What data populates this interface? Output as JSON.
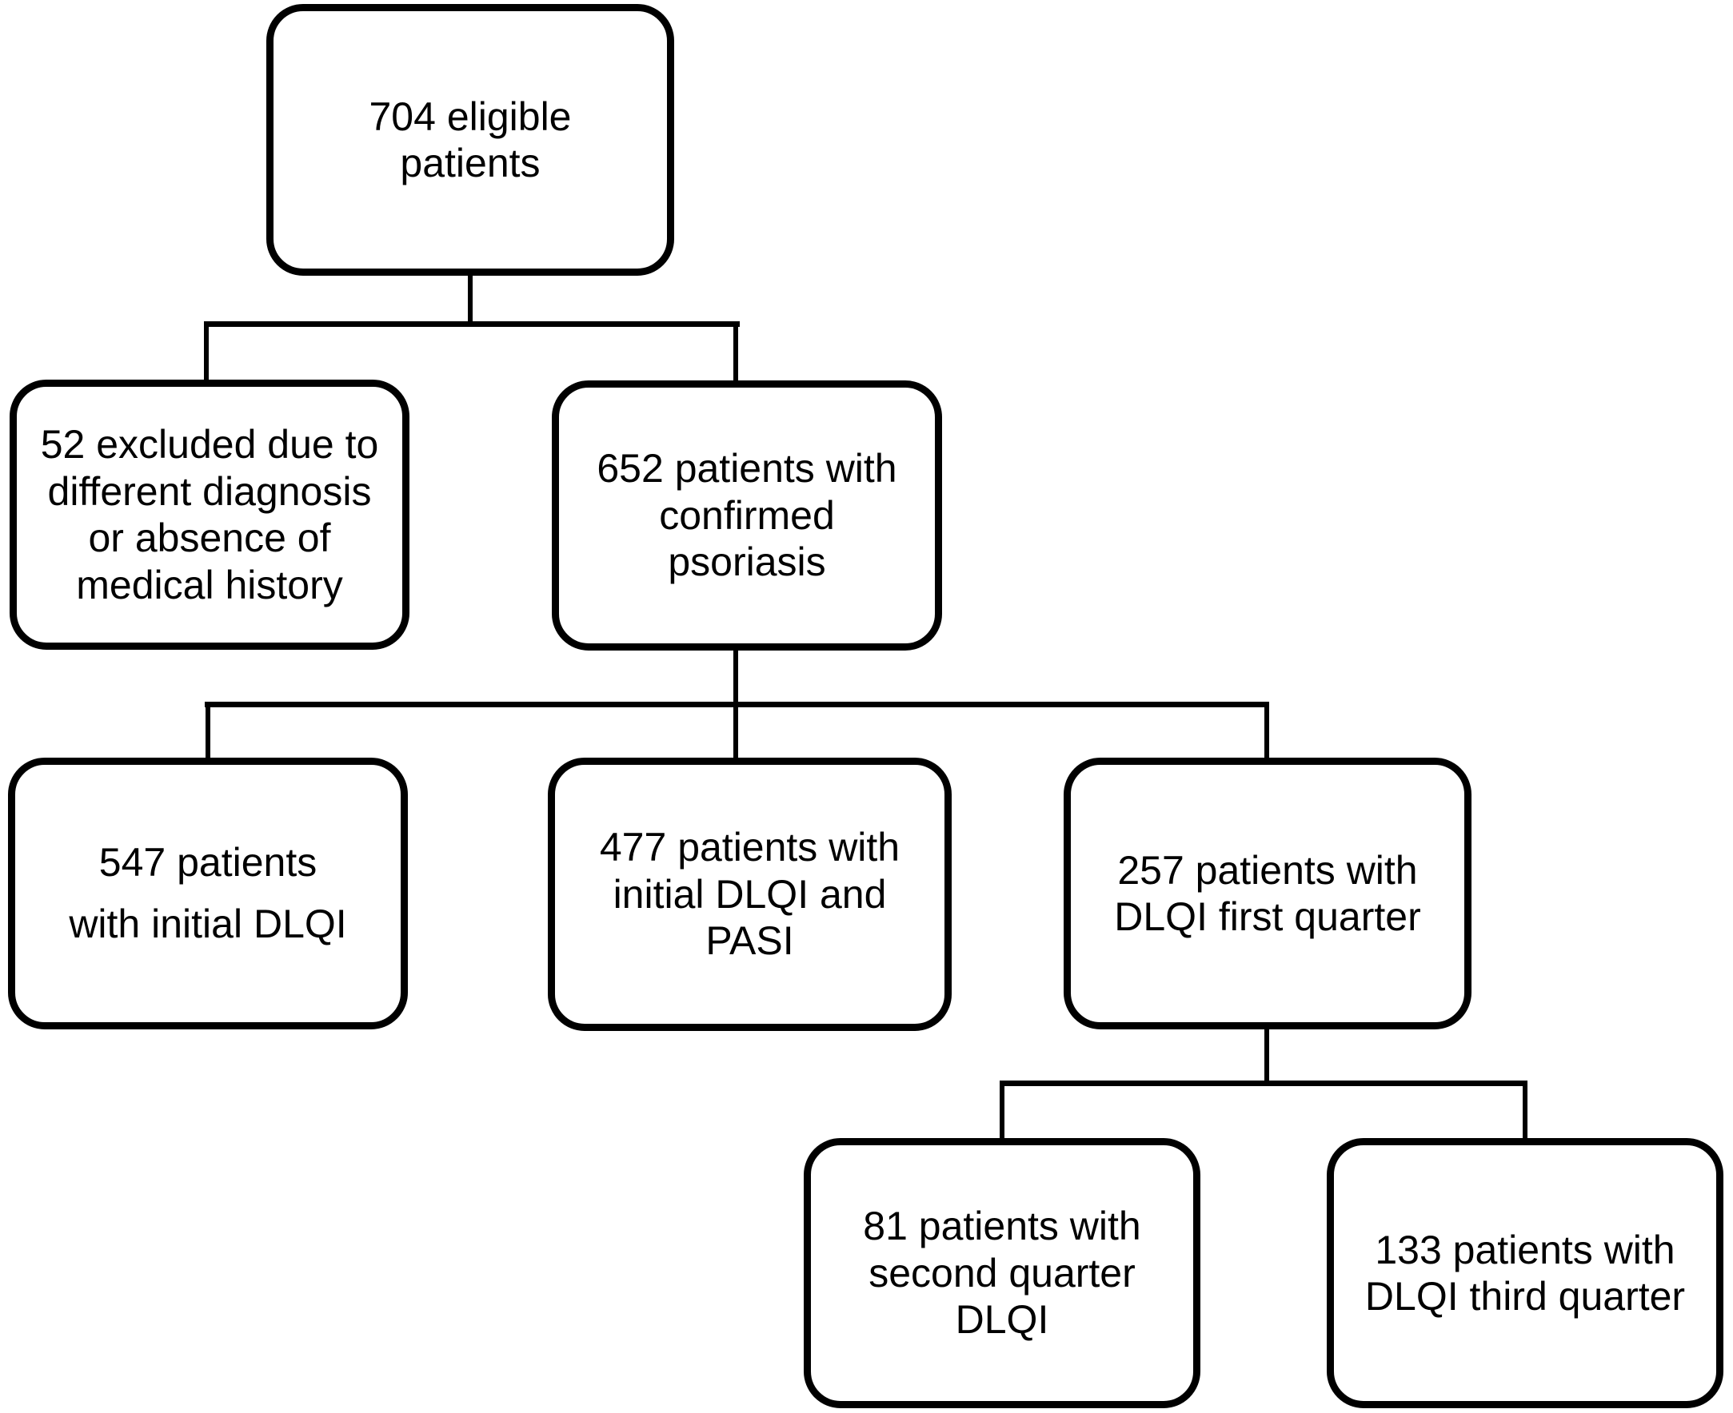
{
  "figure": {
    "type": "flowchart",
    "background_color": "#ffffff",
    "line_color": "#000000",
    "text_color": "#000000",
    "nodes": [
      {
        "id": "eligible",
        "value": 704,
        "text": "704 eligible\npatients"
      },
      {
        "id": "excluded",
        "value": 52,
        "text": "52 excluded due to\ndifferent diagnosis\nor absence of\nmedical history"
      },
      {
        "id": "confirmed",
        "value": 652,
        "text": "652 patients with\nconfirmed\npsoriasis"
      },
      {
        "id": "initial_dlqi",
        "value": 547,
        "text": "547 patients\nwith initial DLQI"
      },
      {
        "id": "initial_dlqi_pasi",
        "value": 477,
        "text": "477 patients with\ninitial DLQI and\nPASI"
      },
      {
        "id": "dlqi_first_quarter",
        "value": 257,
        "text": "257 patients with\nDLQI first quarter"
      },
      {
        "id": "dlqi_second_quarter",
        "value": 81,
        "text": "81 patients with\nsecond quarter\nDLQI"
      },
      {
        "id": "dlqi_third_quarter",
        "value": 133,
        "text": "133 patients with\nDLQI third quarter"
      }
    ],
    "edges": [
      {
        "from": "eligible",
        "to": "excluded"
      },
      {
        "from": "eligible",
        "to": "confirmed"
      },
      {
        "from": "confirmed",
        "to": "initial_dlqi"
      },
      {
        "from": "confirmed",
        "to": "initial_dlqi_pasi"
      },
      {
        "from": "confirmed",
        "to": "dlqi_first_quarter"
      },
      {
        "from": "dlqi_first_quarter",
        "to": "dlqi_second_quarter"
      },
      {
        "from": "dlqi_first_quarter",
        "to": "dlqi_third_quarter"
      }
    ]
  }
}
